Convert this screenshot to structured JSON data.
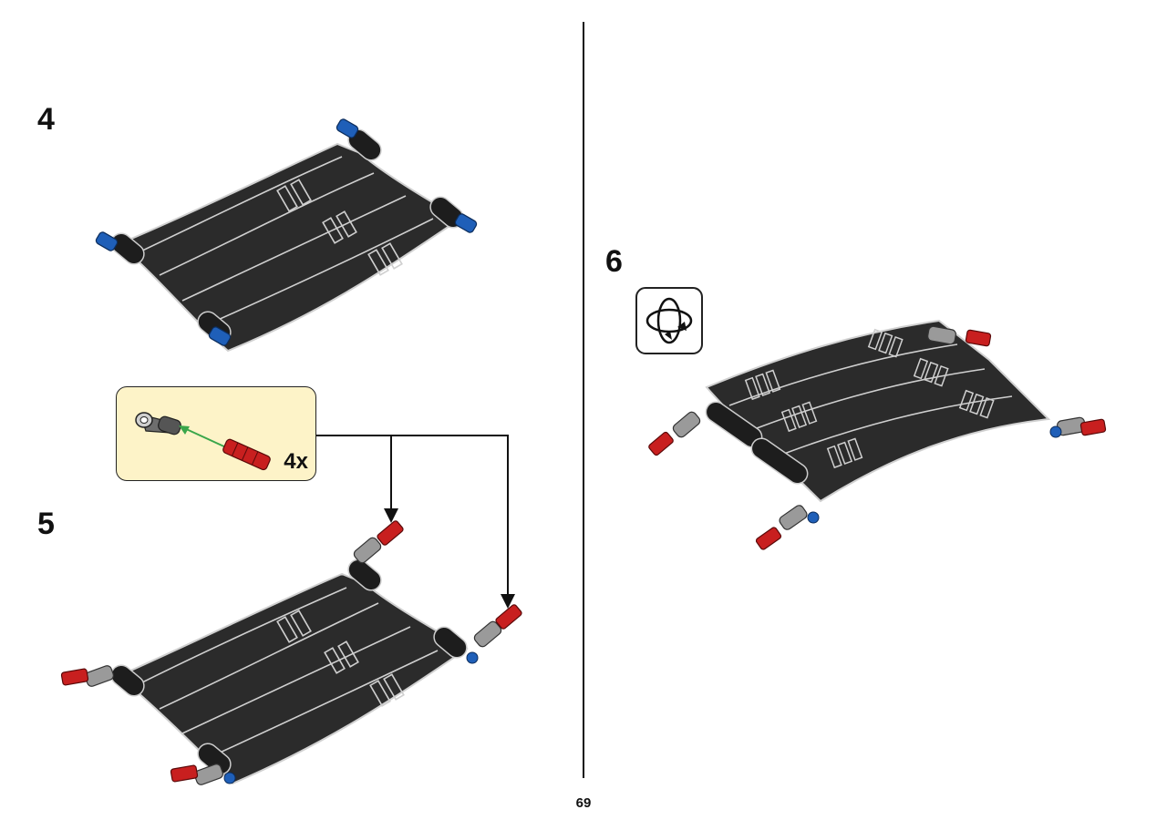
{
  "steps": [
    {
      "number": "4"
    },
    {
      "number": "5"
    },
    {
      "number": "6"
    }
  ],
  "callout": {
    "quantity": "4x"
  },
  "page": {
    "number": "69"
  },
  "icons": [
    "rotate-model-icon",
    "connector-part-icon",
    "axle-pin-part-icon",
    "arrow-down-icon"
  ],
  "colors": {
    "panel": "#2b2b2b",
    "panel_edge": "#d0d0d0",
    "pin_blue": "#1f5fb8",
    "pin_red": "#c81f1f",
    "connector_gray": "#9a9a9a",
    "callout_bg": "#fdf3c8",
    "guide_arrow": "#3aa64a"
  }
}
